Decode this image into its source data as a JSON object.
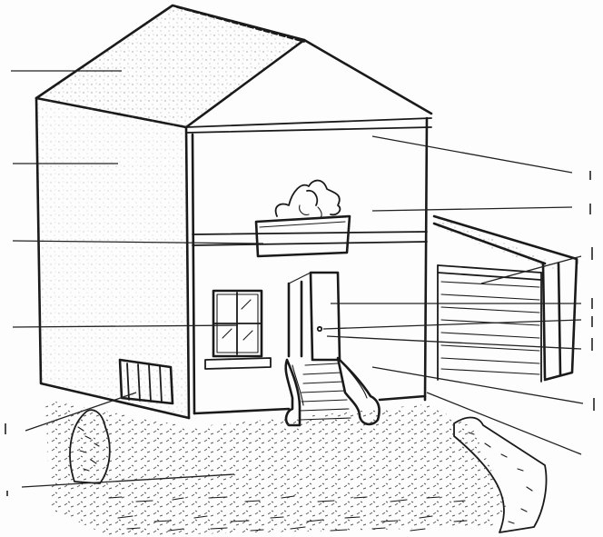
{
  "figure": {
    "subject": "house-line-drawing",
    "ink_color": "#1a1a1a",
    "paper_color": "#fdfdfd",
    "shading_color": "#c8c8c8"
  },
  "left_labels": [
    {
      "id": "roof-left",
      "text": ""
    },
    {
      "id": "upper-side-wall",
      "text": ""
    },
    {
      "id": "balcony-level",
      "text": ""
    },
    {
      "id": "window",
      "text": ""
    },
    {
      "id": "basement-window",
      "text": ""
    },
    {
      "id": "lawn",
      "text": ""
    }
  ],
  "right_labels": [
    {
      "id": "ceiling-beam",
      "text": ""
    },
    {
      "id": "upper-floor-wall",
      "text": ""
    },
    {
      "id": "garage-roof",
      "text": ""
    },
    {
      "id": "front-door",
      "text": ""
    },
    {
      "id": "door-handle",
      "text": ""
    },
    {
      "id": "garage-door",
      "text": ""
    },
    {
      "id": "front-wall",
      "text": ""
    },
    {
      "id": "hedge",
      "text": ""
    }
  ]
}
